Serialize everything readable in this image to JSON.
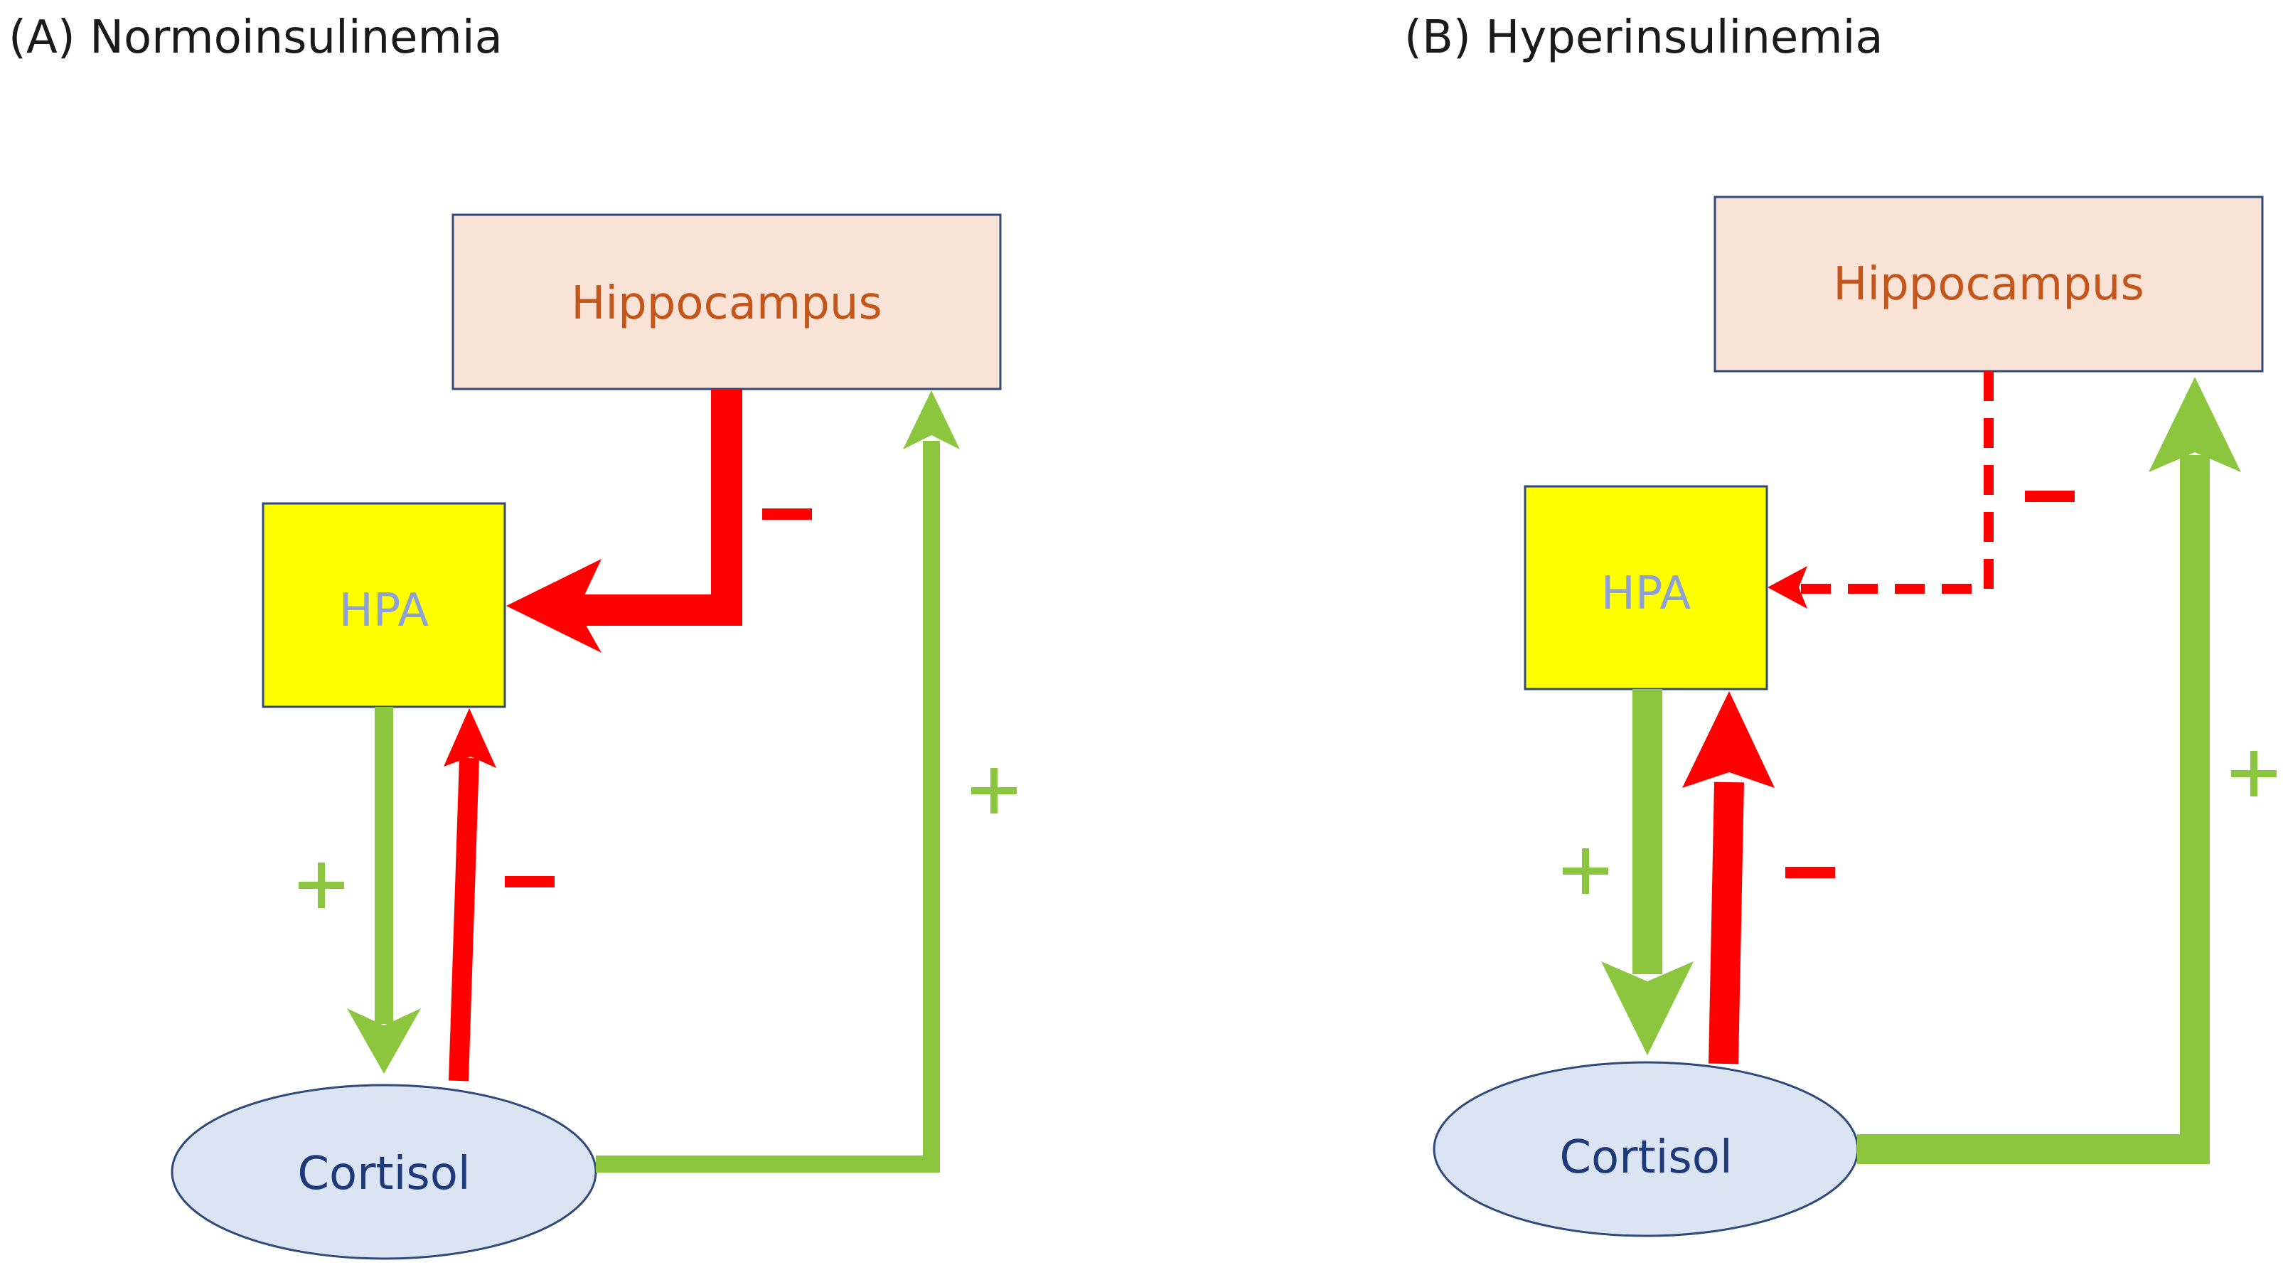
{
  "panels": {
    "a": {
      "title": "(A) Normoinsulinemia",
      "nodes": {
        "hippocampus": "Hippocampus",
        "hpa": "HPA",
        "cortisol": "Cortisol"
      },
      "edges": [
        {
          "from": "hippocampus",
          "to": "hpa",
          "sign": "-",
          "style": "thick solid"
        },
        {
          "from": "hpa",
          "to": "cortisol",
          "sign": "+",
          "style": "solid"
        },
        {
          "from": "cortisol",
          "to": "hpa",
          "sign": "-",
          "style": "solid"
        },
        {
          "from": "cortisol",
          "to": "hippocampus",
          "sign": "+",
          "style": "solid"
        }
      ]
    },
    "b": {
      "title": "(B) Hyperinsulinemia",
      "nodes": {
        "hippocampus": "Hippocampus",
        "hpa": "HPA",
        "cortisol": "Cortisol"
      },
      "edges": [
        {
          "from": "hippocampus",
          "to": "hpa",
          "sign": "-",
          "style": "thin dashed"
        },
        {
          "from": "hpa",
          "to": "cortisol",
          "sign": "+",
          "style": "thick solid"
        },
        {
          "from": "cortisol",
          "to": "hpa",
          "sign": "-",
          "style": "thick solid"
        },
        {
          "from": "cortisol",
          "to": "hippocampus",
          "sign": "+",
          "style": "thick solid"
        }
      ]
    }
  },
  "colors": {
    "inhibitory": "#ff0000",
    "excitatory": "#8cc63f",
    "hippocampus_box": "#f9e3d6",
    "hpa_box": "#ffff00",
    "cortisol_ellipse": "#dbe4f3"
  }
}
